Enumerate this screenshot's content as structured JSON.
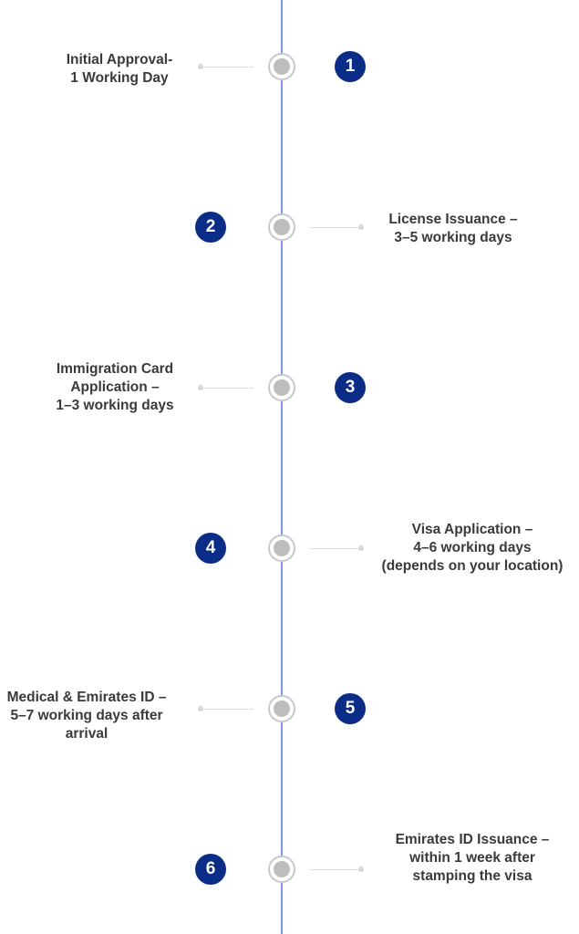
{
  "timeline": {
    "line_color": "#7b95e8",
    "badge_color": "#0b2d87",
    "steps": [
      {
        "number": "1",
        "text": "Initial Approval-\n1 Working Day",
        "side": "left",
        "icon": "timeline-node-icon"
      },
      {
        "number": "2",
        "text": "License Issuance –\n3–5 working days",
        "side": "right",
        "icon": "timeline-node-icon"
      },
      {
        "number": "3",
        "text": "Immigration Card\nApplication –\n1–3 working days",
        "side": "left",
        "icon": "timeline-node-icon"
      },
      {
        "number": "4",
        "text": "Visa Application –\n4–6 working days\n(depends on your location)",
        "side": "right",
        "icon": "timeline-node-icon"
      },
      {
        "number": "5",
        "text": "Medical & Emirates ID –\n5–7 working days after\narrival",
        "side": "left",
        "icon": "timeline-node-icon"
      },
      {
        "number": "6",
        "text": "Emirates ID Issuance –\nwithin 1 week after\nstamping the visa",
        "side": "right",
        "icon": "timeline-node-icon"
      }
    ]
  }
}
